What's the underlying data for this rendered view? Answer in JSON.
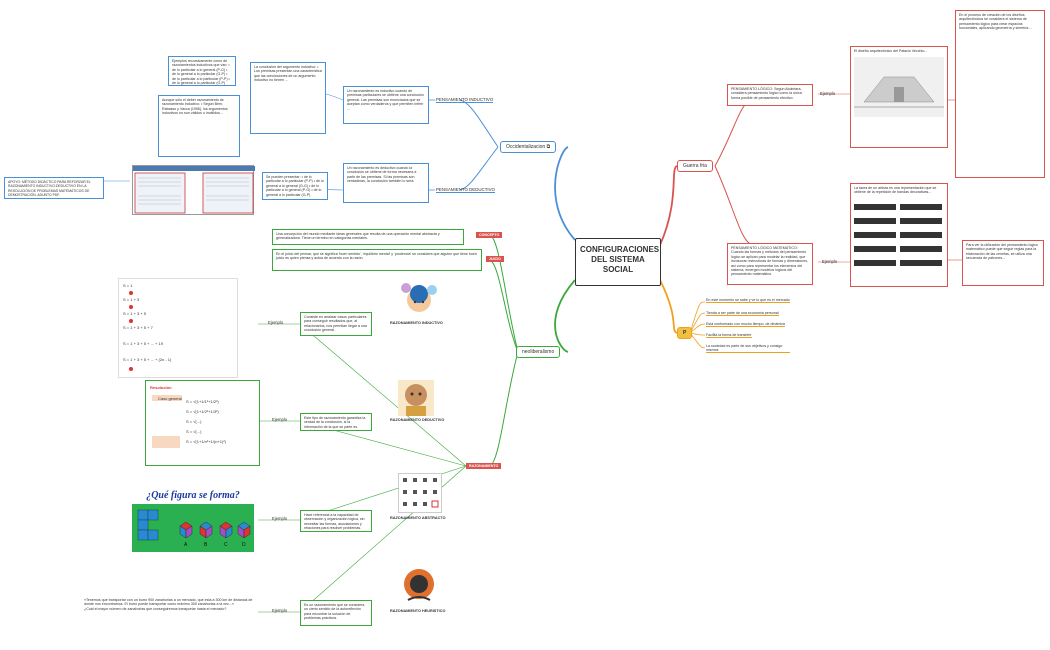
{
  "central": {
    "title": "CONFIGURACIONES DEL SISTEMA SOCIAL"
  },
  "left_note": "APOYO: MÉTODO DIDÁCTICO PARA REFORZAR EL RAZONAMIENTO INDUCTIVO-DEDUCTIVO EN LA RESOLUCIÓN DE PROBLEMAS MATEMÁTICOS DE DEMOSTRACIÓN. ADUNTO PDF.",
  "branches": {
    "occidentalizacion": "Occidentalizacion",
    "neoliberalismo": "neoliberalismo",
    "guerra_fria": "Guerra fria",
    "p": "P"
  },
  "occ": {
    "pens_inductivo": "PENSAMIENTO INDUCTIVO",
    "pens_deductivo": "PENSAMIENTO DEDUCTIVO",
    "box_examples": "Ejemplos recursivamente como de razonamientos inductivos que van: • de lo particular a lo general (P-G) • de lo general a lo particular (G-P) • de lo particular a lo particular (P-P) • de lo general a lo particular (G-P)",
    "box_conclusion": "La conclusión del argumento inductivo: • Los premisas presentan una característica que las conclusiones de un argumento inductivo no tienen ...",
    "box_inductivo_def": "Aunque sólo el deber razonamiento de razonamiento inductivo: • Según Bem, Rabasso y Vacca (1996), los argumentos inductivos no son válidos o inválidos...",
    "box_inductivo_main": "Un razonamiento es inductivo cuando de premisas particulares se obtiene una conclusión general. Las premisas son enunciados que se aceptan como verdaderos y que permiten inferir ...",
    "box_deductivo_main": "Un razonamiento es deductivo cuando la conclusión se obtiene de forma necesaria a partir de las premisas. Si las premisas son verdaderas, la conclusión también lo será.",
    "box_deductivo_list": "Se pueden presentar: • de lo particular a lo particular (P-P) • de lo general a lo general (G-G) • de lo particular a lo general (P-G) • de lo general a lo particular (G-P)"
  },
  "neo": {
    "concepto_tag": "CONCEPTO",
    "juicio_tag": "JUICIO",
    "razonamiento_tag": "RAZONAMIENTO",
    "concepto_text": "Una concepción del mundo mediante ideas generales que resulta de una operación mental abstracta y generalizadora. Tiene un término en categorías mentales.",
    "juicio_text": "En el juicio del pensar, que se significa 'buen sentido', 'equilibrio mental' y 'prudencia' se considera que alguien que tiene buen juicio es quien piensa y actúa de acuerdo con la razón.",
    "ejemplo": "Ejemplo",
    "ind_title": "RAZONAMIENTO INDUCTIVO",
    "ind_text": "Consiste en analizar casos particulares para conseguir resultados que, al relacionarlos, nos permitan llegar a una conclusión general.",
    "ded_title": "RAZONAMIENTO DEDUCTIVO",
    "ded_text": "Este tipo de razonamiento garantiza la verdad de la conclusión, si la información de la que se parte es verdadera.",
    "abs_title": "RAZONAMIENTO ABSTRACTO",
    "abs_text": "Hace referencia a la capacidad de observación y organización lógica, sin necesitar las formas, asociaciones y relaciones para resolver problemas.",
    "heu_title": "RAZONAMIENTO HEURISTICO",
    "heu_text": "Es un razonamiento que se considera un cierto sentido de la autoreflexión para encontrar la solución de problemas prácticos.",
    "figura_title": "¿Qué figura se forma?",
    "problem_text": "«Tenemos que transportar con un burro 900 zanahorias a un mercado, que está a 300 km de distancia de donde nos encontramos. El burro puede transportar como máximo 300 zanahorias a la vez...»",
    "problem_q": "¿Cuál el mayor número de zanahorias que conseguiremos transportar hasta el mercado?"
  },
  "guerra": {
    "ejemplo1": "Ejemplo",
    "ejemplo2": "Ejemplo",
    "logico_box": "PENSAMIENTO LÓGICO: Según Alcántara, considera pensamiento lógico como la única forma posible de pensamiento efectivo.",
    "matematico_box": "PENSAMIENTO LÓGICO MATEMÁTICO: Cuando las formas y métodos del pensamiento lógico se aplican para modelar la realidad, que involucran estructuras de formas y dimensiones, así como para representar los elementos del sistema, emergen modelos lógicos del pensamiento matemático.",
    "caption1": "El diseño arquitectónico del Palacio Vecchio...",
    "caption2": "La tarea de un artista es una representación que se obtiene de la repetición de bandas decorativas...",
    "right_text1": "En el proceso de creación de los diseños arquitectónicos se considera el sistema de pensamiento lógico para crear espacios funcionales, aplicando geometría y simetría ...",
    "right_text2": "Para ver la utilización del pensamiento lógico matemático puede que seguir reglas para la elaboración de las cenefas, se utiliza una secuencia de patrones..."
  },
  "p_items": [
    "En este momento se sabe y ve lo que es el mercado",
    "Tienda a ser parte de una economía personal",
    "Está conformado con mucho tiempo, de dinámica",
    "Facilita la forma de transferir",
    "La sociedad es parte de sus objetivos y consigo mismos"
  ],
  "colors": {
    "occ_branch": "#4a90d9",
    "neo_branch": "#3aa83a",
    "guerra_branch": "#d9534f",
    "p_branch": "#f0a020",
    "tag_red": "#d9534f"
  }
}
